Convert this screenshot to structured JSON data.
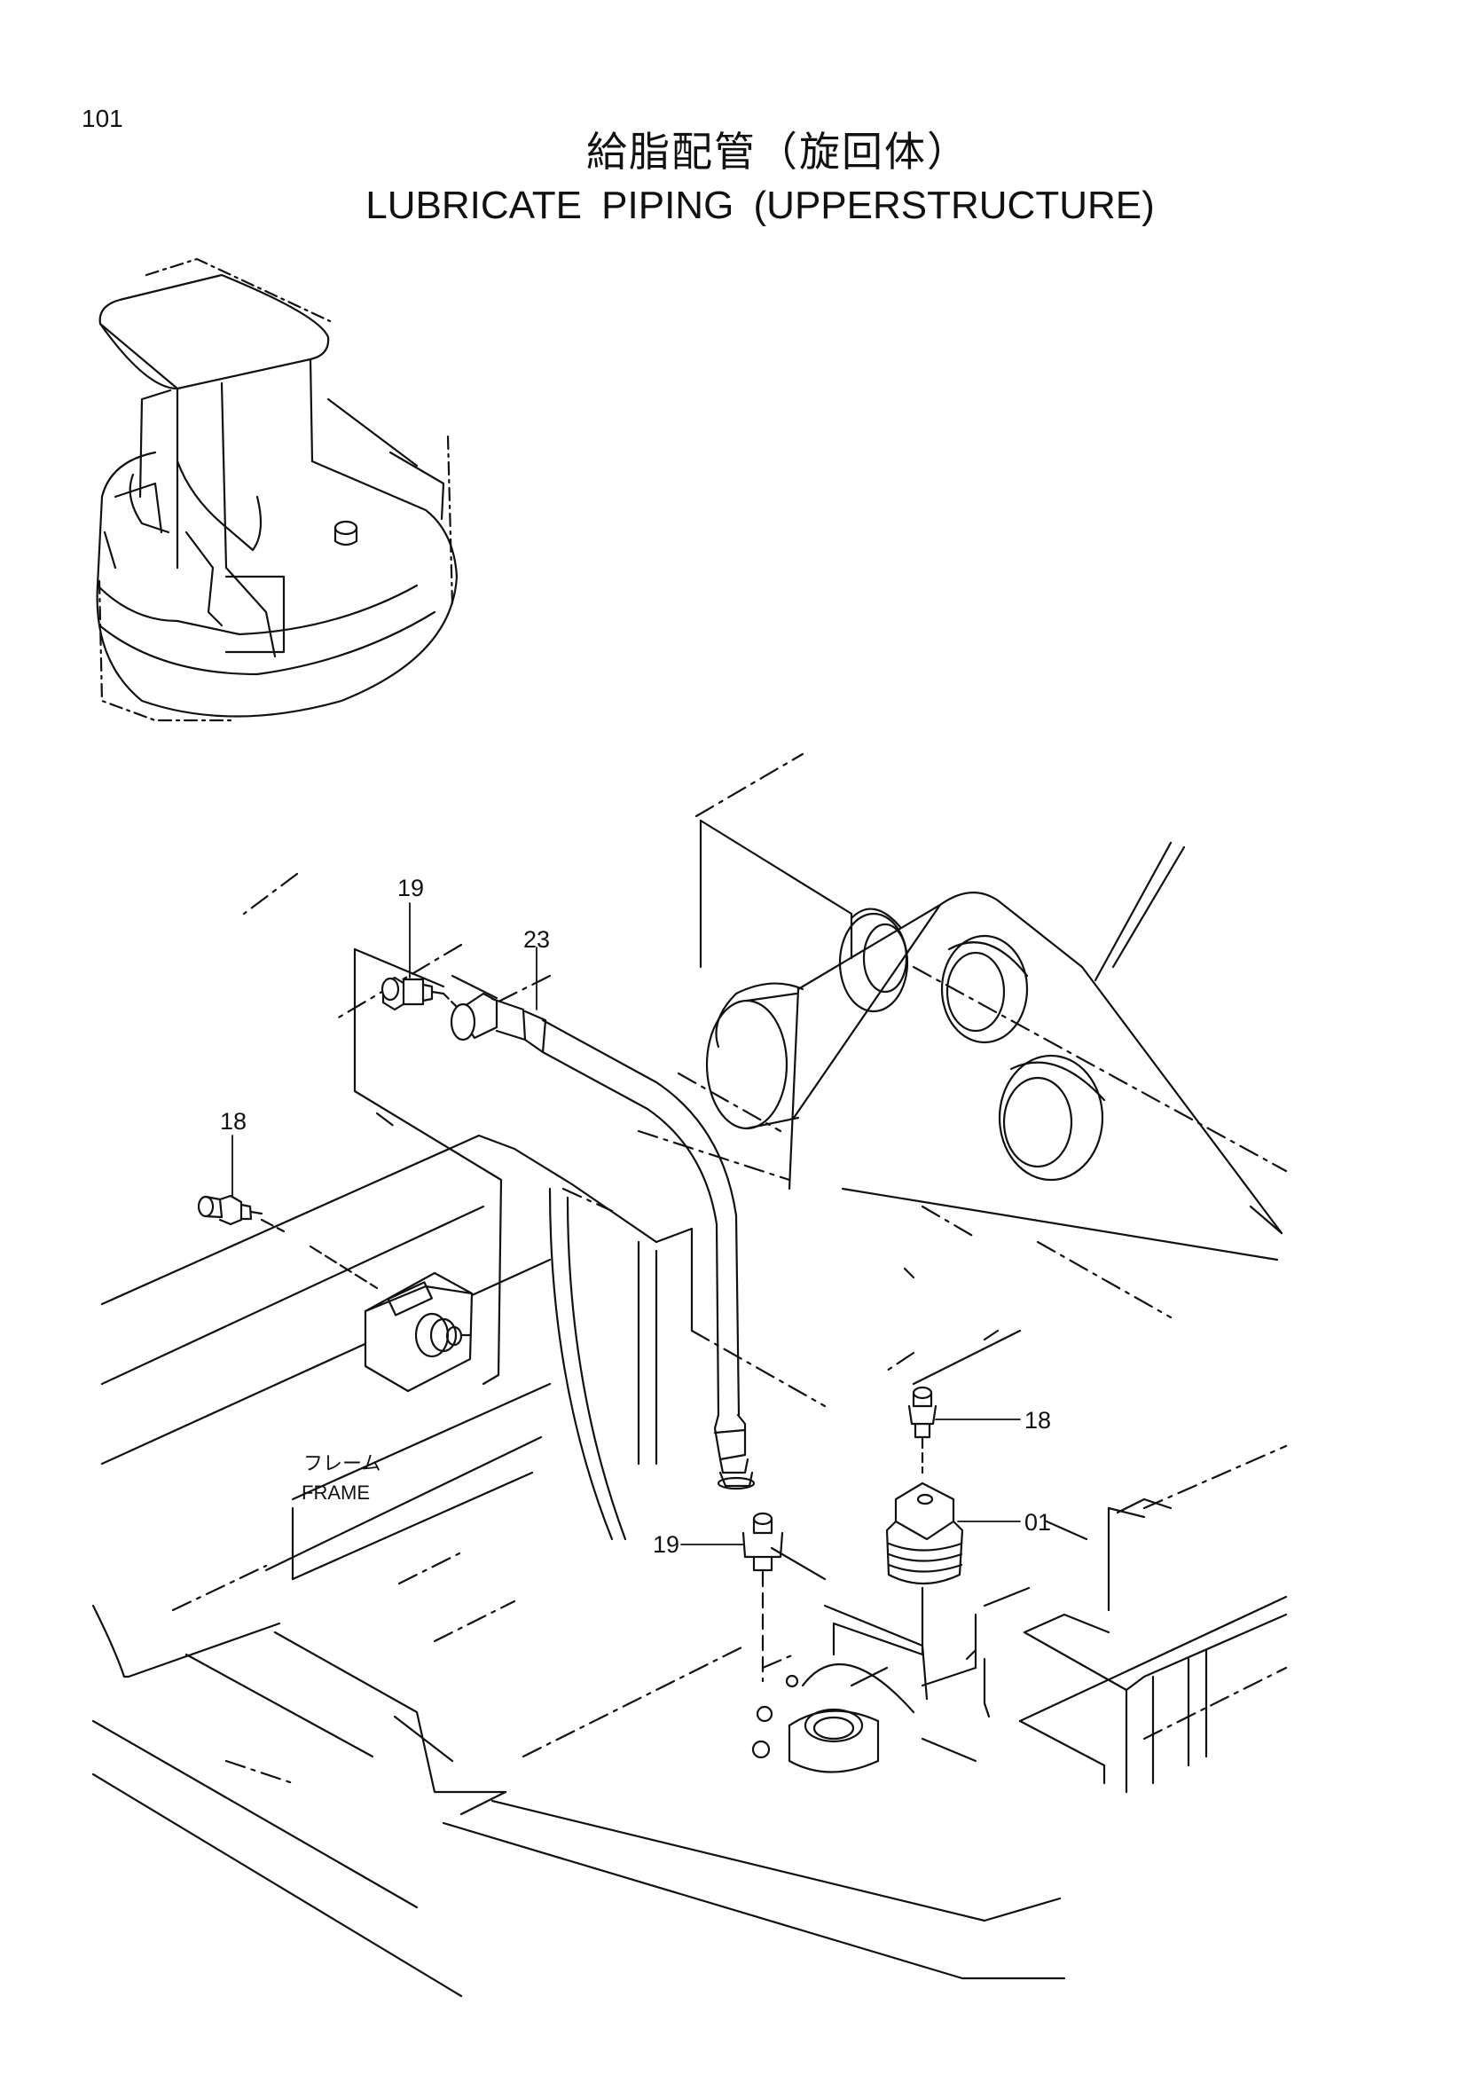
{
  "header": {
    "page_number": "101",
    "title_jp": "給脂配管（旋回体）",
    "title_en": "LUBRICATE PIPING (UPPERSTRUCTURE)"
  },
  "callouts": {
    "fitting_19_top": "19",
    "hose_23": "23",
    "fitting_18_left": "18",
    "fitting_18_right": "18",
    "adapter_01": "01",
    "fitting_19_bottom": "19"
  },
  "frame_label": {
    "jp": "フレーム",
    "en": "FRAME"
  }
}
